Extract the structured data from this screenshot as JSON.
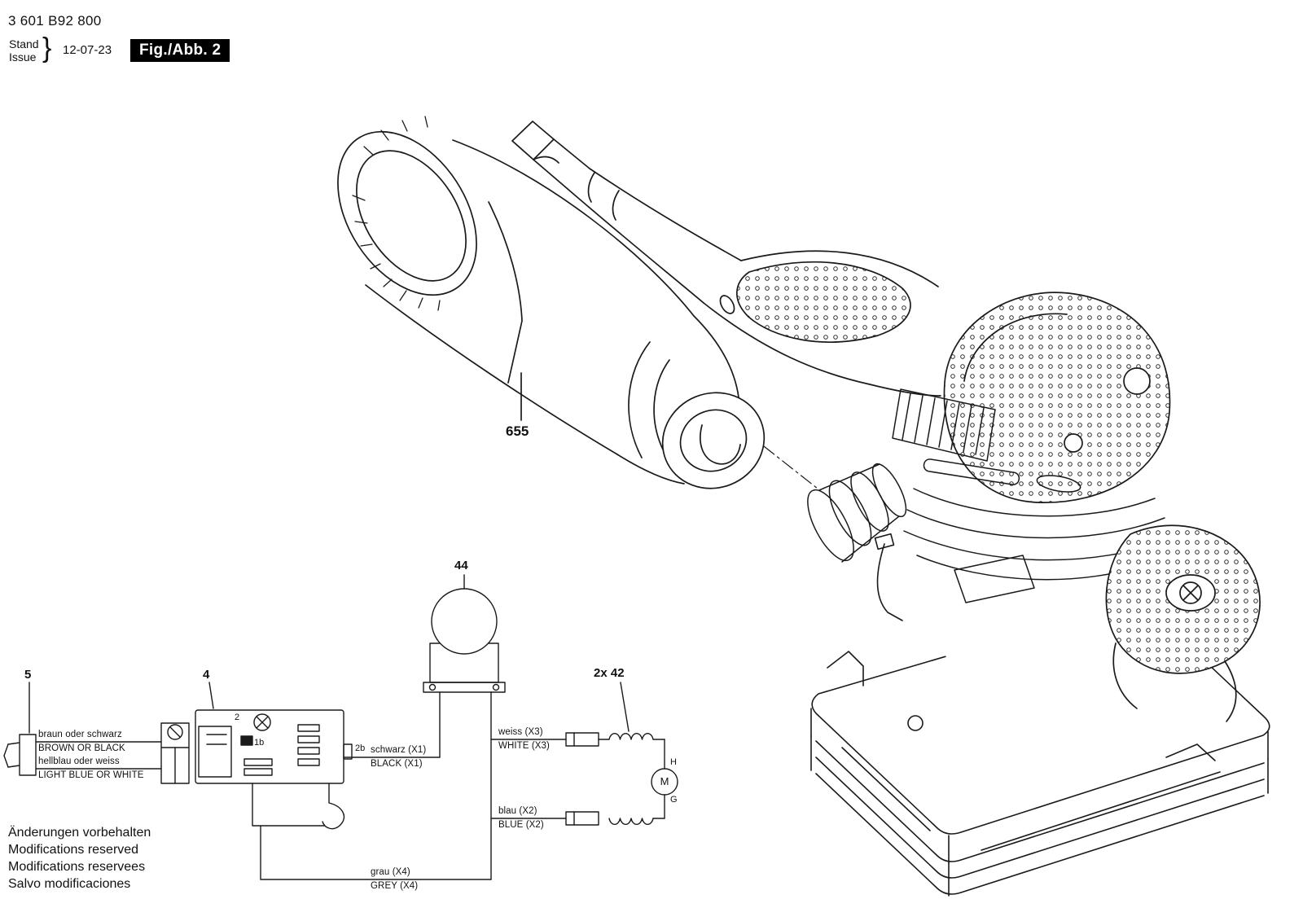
{
  "header": {
    "part_number": "3 601 B92 800",
    "stand": "Stand",
    "issue": "Issue",
    "brace": "}",
    "date": "12-07-23",
    "figure": "Fig./Abb. 2"
  },
  "callouts": {
    "dust_box": "655",
    "cord": "5",
    "switch": "4",
    "suppressor": "44",
    "choke": "2x 42"
  },
  "switch_terminals": {
    "t2": "2",
    "t1b": "1b",
    "t2b": "2b"
  },
  "wires": {
    "brown": {
      "de": "braun oder schwarz",
      "en": "BROWN OR BLACK"
    },
    "light_blue": {
      "de": "hellblau oder weiss",
      "en": "LIGHT BLUE OR WHITE"
    },
    "black": {
      "de": "schwarz (X1)",
      "en": "BLACK (X1)"
    },
    "white": {
      "de": "weiss (X3)",
      "en": "WHITE (X3)"
    },
    "blue": {
      "de": "blau (X2)",
      "en": "BLUE (X2)"
    },
    "grey": {
      "de": "grau (X4)",
      "en": "GREY (X4)"
    }
  },
  "motor": {
    "label": "M",
    "terminal_top": "H",
    "terminal_bottom": "G"
  },
  "footer": {
    "lines": [
      "Änderungen vorbehalten",
      "Modifications reserved",
      "Modifications reservees",
      "Salvo modificaciones"
    ]
  }
}
